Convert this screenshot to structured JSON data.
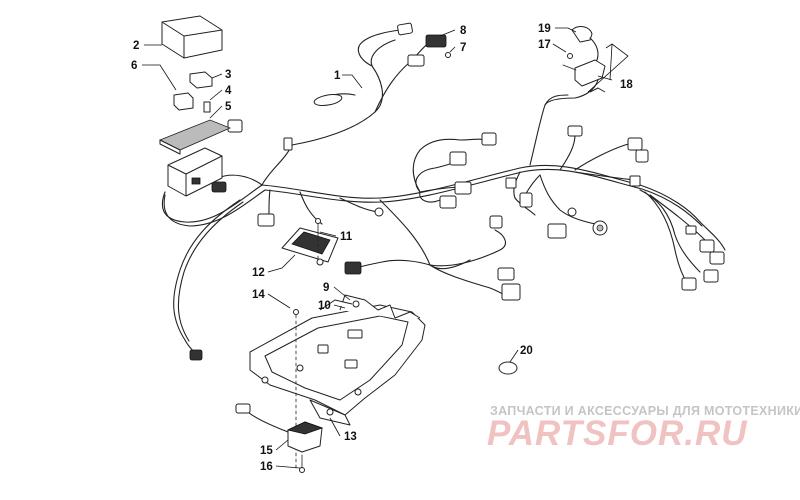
{
  "callouts": [
    "1",
    "2",
    "3",
    "4",
    "5",
    "6",
    "7",
    "8",
    "9",
    "10",
    "11",
    "12",
    "13",
    "14",
    "15",
    "16",
    "17",
    "18",
    "19",
    "20"
  ],
  "watermark": {
    "line1": "ЗАПЧАСТИ И АКСЕССУАРЫ ДЛЯ МОТОТЕХНИКИ",
    "logo": "PARTSFOR.RU"
  }
}
